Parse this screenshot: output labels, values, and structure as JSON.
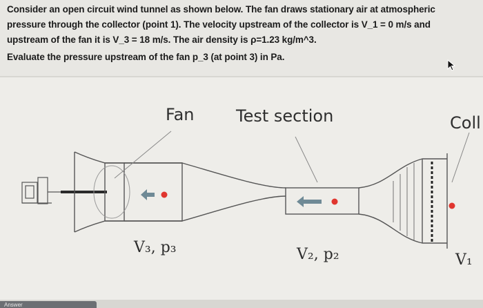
{
  "question": {
    "lines": [
      "Consider an open circuit wind tunnel as shown below. The fan draws stationary air at atmospheric",
      "pressure through the collector (point 1). The velocity upstream of the collector is V_1 = 0 m/s and",
      "upstream of the fan it is V_3 = 18 m/s. The air density is ρ=1.23 kg/m^3.",
      "Evaluate the pressure upstream of the fan p_3 (at point 3) in Pa."
    ]
  },
  "figure": {
    "label_fan": "Fan",
    "label_test_section": "Test section",
    "label_collector": "Coll",
    "sym_point3": "V₃, p₃",
    "sym_point2": "V₂, p₂",
    "sym_point1": "V₁"
  },
  "colors": {
    "arrow": "#6f8a96",
    "dot": "#e0362f",
    "outline": "#555555"
  },
  "footer": {
    "answer_label": "Answer"
  }
}
